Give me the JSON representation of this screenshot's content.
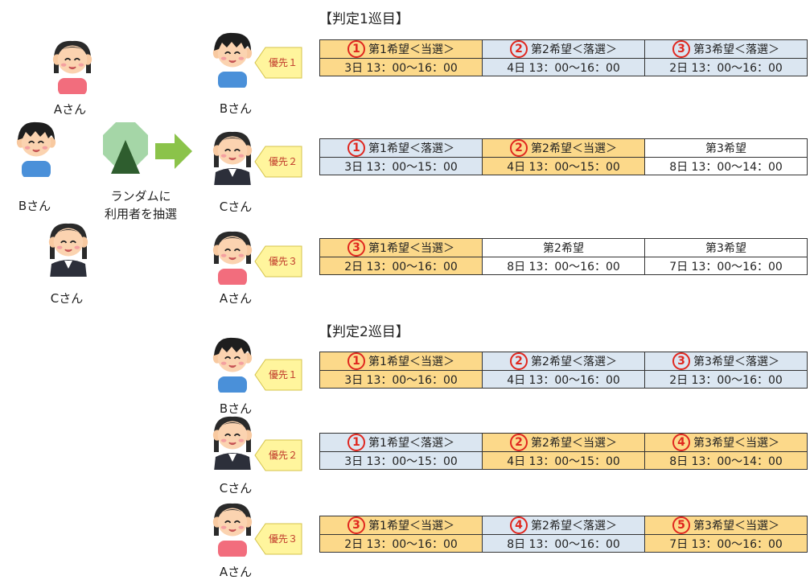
{
  "people": {
    "a_name": "Aさん",
    "b_name": "Bさん",
    "c_name": "Cさん"
  },
  "lottery": {
    "line1": "ランダムに",
    "line2": "利用者を抽選"
  },
  "rounds": [
    {
      "title": "【判定1巡目】",
      "rows": [
        {
          "person": "Bさん",
          "priority": "優先１",
          "cells": [
            {
              "num": "1",
              "header": "第1希望＜当選＞",
              "time": "3日 13：00〜16：00",
              "status": "win"
            },
            {
              "num": "2",
              "header": "第2希望＜落選＞",
              "time": "4日 13：00〜16：00",
              "status": "lose"
            },
            {
              "num": "3",
              "header": "第3希望＜落選＞",
              "time": "2日 13：00〜16：00",
              "status": "lose"
            }
          ]
        },
        {
          "person": "Cさん",
          "priority": "優先２",
          "cells": [
            {
              "num": "1",
              "header": "第1希望＜落選＞",
              "time": "3日 13：00〜15：00",
              "status": "lose"
            },
            {
              "num": "2",
              "header": "第2希望＜当選＞",
              "time": "4日 13：00〜15：00",
              "status": "win"
            },
            {
              "num": "",
              "header": "第3希望",
              "time": "8日 13：00〜14：00",
              "status": "none"
            }
          ]
        },
        {
          "person": "Aさん",
          "priority": "優先３",
          "cells": [
            {
              "num": "3",
              "header": "第1希望＜当選＞",
              "time": "2日 13：00〜16：00",
              "status": "win"
            },
            {
              "num": "",
              "header": "第2希望",
              "time": "8日 13：00〜16：00",
              "status": "none"
            },
            {
              "num": "",
              "header": "第3希望",
              "time": "7日 13：00〜16：00",
              "status": "none"
            }
          ]
        }
      ]
    },
    {
      "title": "【判定2巡目】",
      "rows": [
        {
          "person": "Bさん",
          "priority": "優先１",
          "cells": [
            {
              "num": "1",
              "header": "第1希望＜当選＞",
              "time": "3日 13：00〜16：00",
              "status": "win"
            },
            {
              "num": "2",
              "header": "第2希望＜落選＞",
              "time": "4日 13：00〜16：00",
              "status": "lose"
            },
            {
              "num": "3",
              "header": "第3希望＜落選＞",
              "time": "2日 13：00〜16：00",
              "status": "lose"
            }
          ]
        },
        {
          "person": "Cさん",
          "priority": "優先２",
          "cells": [
            {
              "num": "1",
              "header": "第1希望＜落選＞",
              "time": "3日 13：00〜15：00",
              "status": "lose"
            },
            {
              "num": "2",
              "header": "第2希望＜当選＞",
              "time": "4日 13：00〜15：00",
              "status": "win"
            },
            {
              "num": "4",
              "header": "第3希望＜当選＞",
              "time": "8日 13：00〜14：00",
              "status": "win"
            }
          ]
        },
        {
          "person": "Aさん",
          "priority": "優先３",
          "cells": [
            {
              "num": "3",
              "header": "第1希望＜当選＞",
              "time": "2日 13：00〜16：00",
              "status": "win"
            },
            {
              "num": "4",
              "header": "第2希望＜落選＞",
              "time": "8日 13：00〜16：00",
              "status": "lose"
            },
            {
              "num": "5",
              "header": "第3希望＜当選＞",
              "time": "7日 13：00〜16：00",
              "status": "win"
            }
          ]
        }
      ]
    }
  ],
  "colors": {
    "win": "#fcd98a",
    "lose": "#dbe6f1",
    "none": "#ffffff",
    "number": "#e0271f",
    "tag_text": "#c0392b",
    "tag_fill": "#fff59d",
    "arrow": "#8bc34a",
    "shape": "#a5d6a7"
  },
  "icons": {
    "woman_pink": "woman-pink-shirt-icon",
    "boy_blue": "boy-blue-shirt-icon",
    "woman_suit": "woman-suit-icon",
    "priority_tag": "pentagon-tag-icon",
    "lottery_shape": "octagon-triangle-icon",
    "arrow": "green-right-arrow-icon"
  }
}
